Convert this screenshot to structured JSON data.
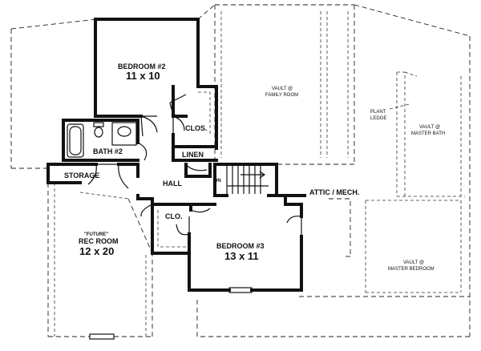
{
  "rooms": {
    "bedroom2_name": "BEDROOM #2",
    "bedroom2_size": "11 x 10",
    "closet_upper": "CLOS.",
    "bath2": "BATH #2",
    "linen": "LINEN",
    "storage": "STORAGE",
    "hall": "HALL",
    "down_arrow": "DN",
    "closet_lower": "CLO.",
    "rec_future": "\"FUTURE\"",
    "rec_name": "REC ROOM",
    "rec_size": "12 x 20",
    "bedroom3_name": "BEDROOM #3",
    "bedroom3_size": "13 x 11",
    "attic": "ATTIC / MECH."
  },
  "vaults": {
    "family_room_line1": "VAULT @",
    "family_room_line2": "FAMILY ROOM",
    "plant_ledge_line1": "PLANT",
    "plant_ledge_line2": "LEDGE",
    "master_bath_line1": "VAULT @",
    "master_bath_line2": "MASTER BATH",
    "master_bedroom_line1": "VAULT @",
    "master_bedroom_line2": "MASTER BEDROOM"
  }
}
